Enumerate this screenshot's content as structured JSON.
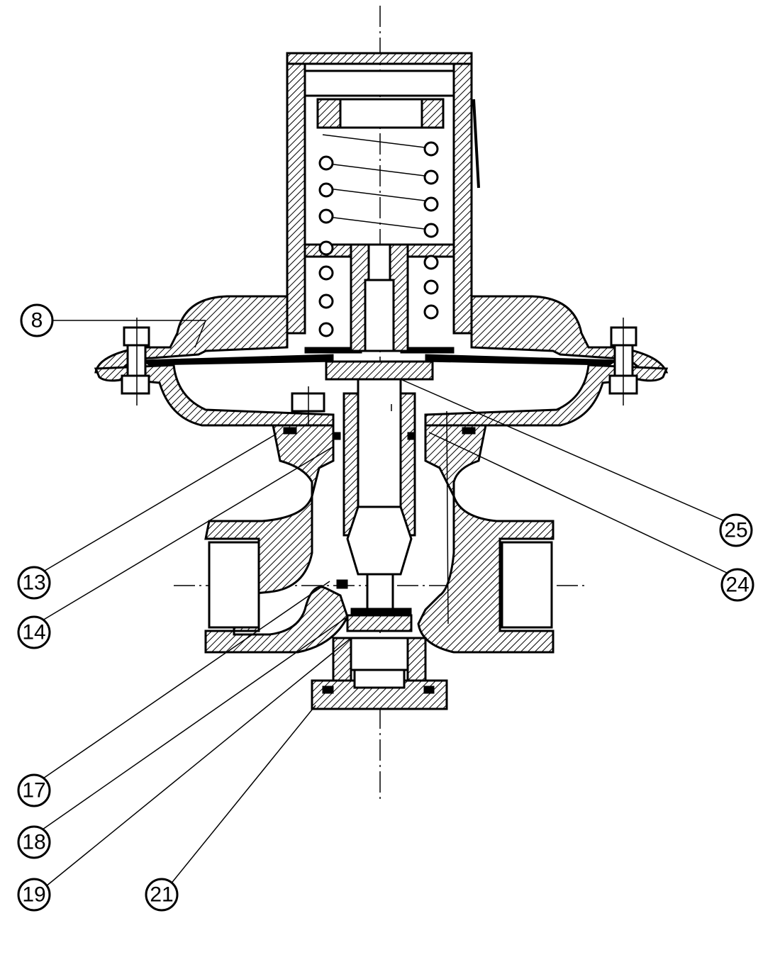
{
  "callouts": [
    {
      "id": "c8",
      "label": "8"
    },
    {
      "id": "c13",
      "label": "13"
    },
    {
      "id": "c14",
      "label": "14"
    },
    {
      "id": "c17",
      "label": "17"
    },
    {
      "id": "c18",
      "label": "18"
    },
    {
      "id": "c19",
      "label": "19"
    },
    {
      "id": "c21",
      "label": "21"
    },
    {
      "id": "c24",
      "label": "24"
    },
    {
      "id": "c25",
      "label": "25"
    }
  ],
  "colors": {
    "ink": "#000000",
    "paper": "#ffffff"
  }
}
